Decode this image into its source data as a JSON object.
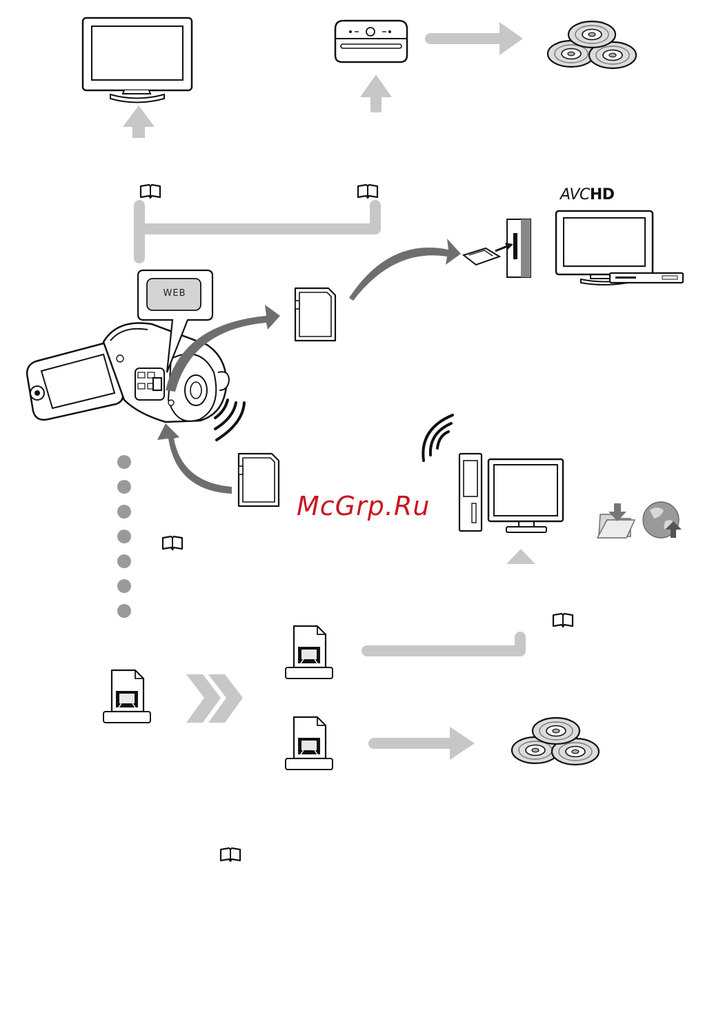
{
  "callout": {
    "web_label": "WEB"
  },
  "logo": {
    "avc": "AVC",
    "hd": "HD"
  },
  "watermark": "McGrp.Ru",
  "colors": {
    "arrow_gray": "#c7c7c7",
    "dark_arrow": "#6e6e6e",
    "ink": "#111111",
    "watermark_red": "#c9161f"
  },
  "icons": [
    "tv-icon",
    "disc-recorder-icon",
    "dvd-stack-icon",
    "book-icon",
    "sd-card-icon",
    "camcorder-icon",
    "wifi-waves-icon",
    "computer-icon",
    "folder-download-icon",
    "globe-upload-icon",
    "movie-file-icon",
    "double-chevron-icon",
    "usb-slot-icon"
  ]
}
